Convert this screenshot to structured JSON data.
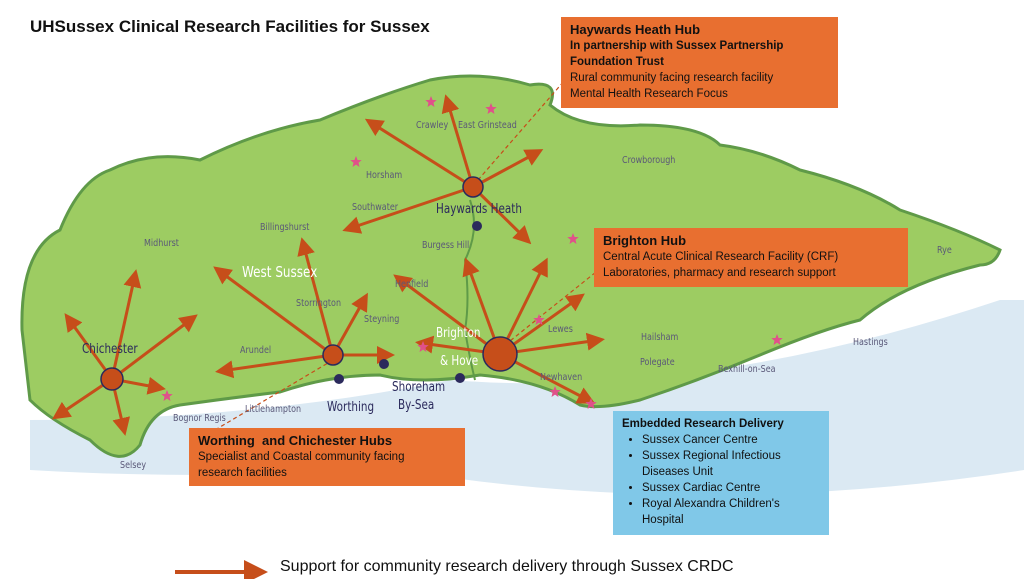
{
  "title": "UHSussex Clinical Research Facilities for Sussex",
  "hubs": {
    "haywards": {
      "title": "Haywards Heath Hub",
      "partner": "In partnership with Sussex Partnership Foundation Trust",
      "lines": [
        "Rural community facing research facility",
        "Mental Health Research Focus"
      ]
    },
    "brighton": {
      "title": "Brighton Hub",
      "lines": [
        "Central Acute Clinical Research Facility (CRF)",
        "Laboratories, pharmacy and research support"
      ]
    },
    "worthing": {
      "title": "Worthing  and Chichester Hubs",
      "lines": [
        "Specialist and Coastal community facing research facilities"
      ]
    },
    "embedded": {
      "title": "Embedded Research Delivery",
      "items": [
        "Sussex Cancer Centre",
        "Sussex Regional Infectious Diseases Unit",
        "Sussex Cardiac Centre",
        "Royal Alexandra Children's Hospital"
      ]
    }
  },
  "places": {
    "crawley": "Crawley",
    "east_grinstead": "East Grinstead",
    "horsham": "Horsham",
    "southwater": "Southwater",
    "billingshurst": "Billingshurst",
    "midhurst": "Midhurst",
    "west_sussex": "West Sussex",
    "storrington": "Storrington",
    "steyning": "Steyning",
    "henfield": "Henfield",
    "burgess_hill": "Burgess Hill",
    "haywards_heath": "Haywards Heath",
    "chichester": "Chichester",
    "arundel": "Arundel",
    "littlehampton": "Littlehampton",
    "bognor": "Bognor Regis",
    "selsey": "Selsey",
    "worthing": "Worthing",
    "shoreham": "Shoreham",
    "by_sea": "By-Sea",
    "brighton": "Brighton",
    "hove": "& Hove",
    "lewes": "Lewes",
    "crowborough": "Crowborough",
    "hailsham": "Hailsham",
    "polegate": "Polegate",
    "bexhill": "Bexhill-on-Sea",
    "hastings": "Hastings",
    "rye": "Rye",
    "newhaven": "Newhaven"
  },
  "legend": "Support for community research delivery through Sussex CRDC",
  "colors": {
    "arrow": "#c64e1a",
    "box": "#e86f30",
    "blue": "#80c8e8",
    "land": "#9dcc62"
  }
}
